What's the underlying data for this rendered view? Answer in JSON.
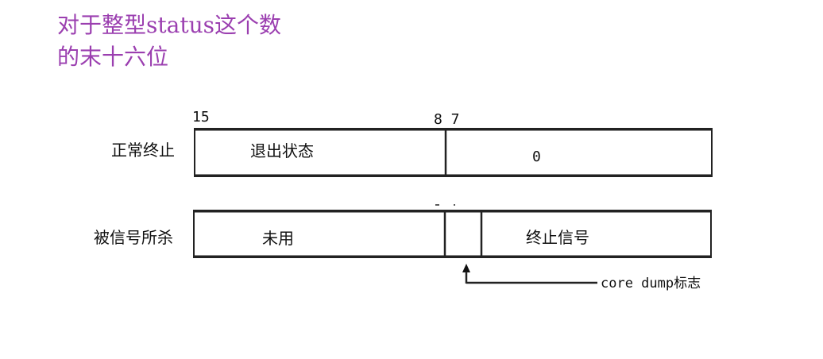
{
  "heading": {
    "line1": "对于整型status这个数",
    "line2": "的末十六位"
  },
  "bits": {
    "high": "15",
    "mid": "8 7"
  },
  "rows": {
    "normal": {
      "label": "正常终止",
      "high_field": "退出状态",
      "low_field": "0"
    },
    "signal": {
      "label": "被信号所杀",
      "high_field": "未用",
      "low_field": "终止信号"
    }
  },
  "core_dump": {
    "label": "core dump标志"
  },
  "colors": {
    "heading": "#9b3fb0",
    "lines": "#222222"
  }
}
